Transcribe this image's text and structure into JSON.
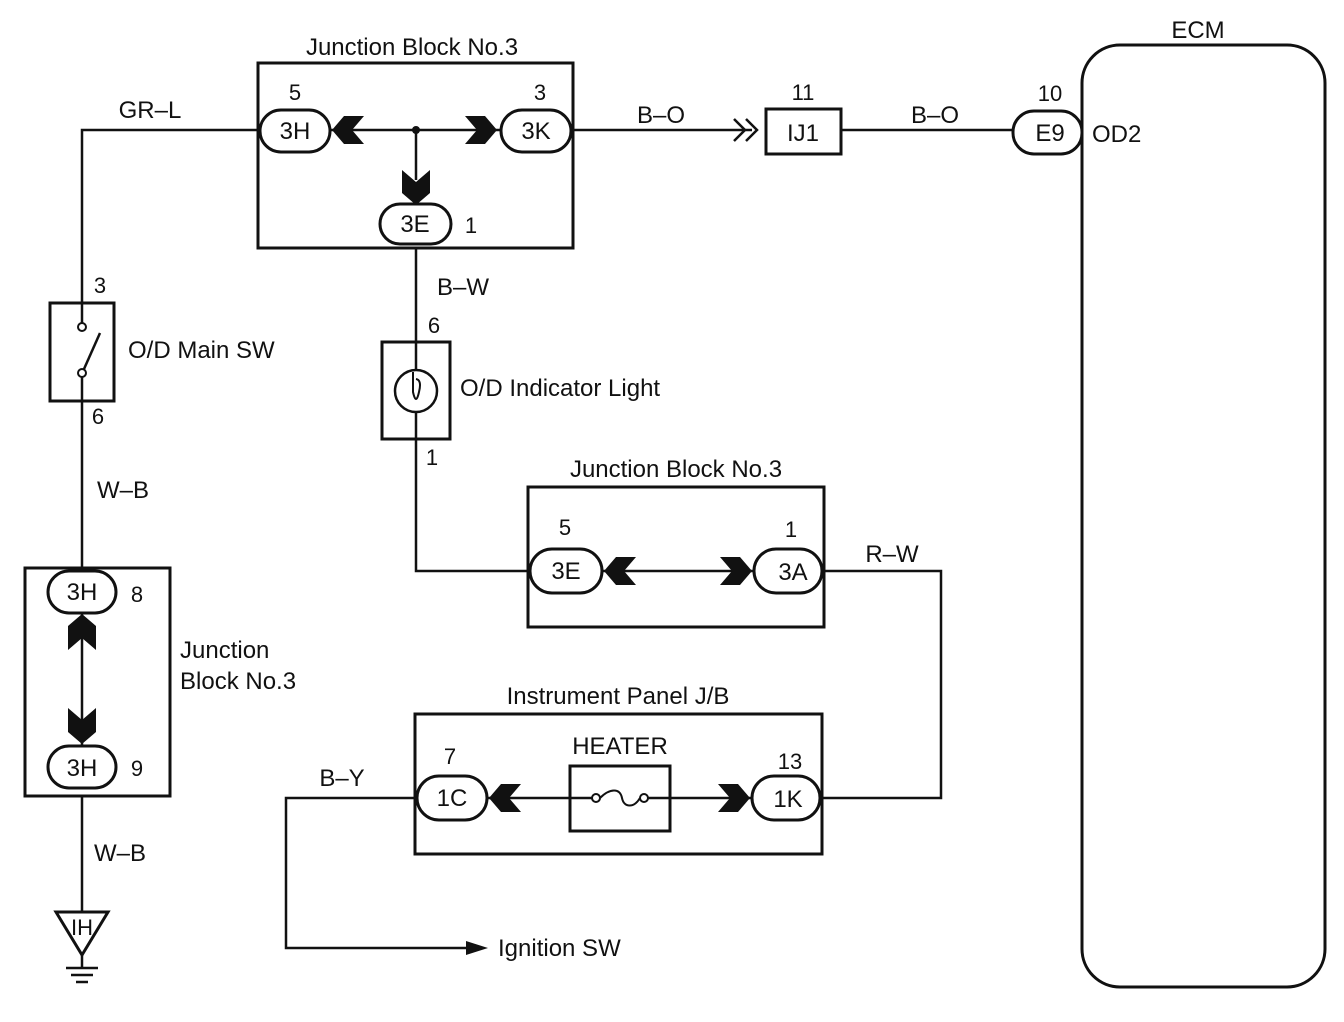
{
  "ecm": {
    "title": "ECM",
    "pin": "10",
    "conn": "E9",
    "signal": "OD2"
  },
  "jb_top": {
    "title": "Junction Block No.3",
    "t_left": "3H",
    "p_left": "5",
    "t_right": "3K",
    "p_right": "3",
    "t_bottom": "3E",
    "p_bottom": "1"
  },
  "ij1": {
    "label": "IJ1",
    "pin": "11"
  },
  "wires": {
    "gr_l": "GR–L",
    "b_o_1": "B–O",
    "b_o_2": "B–O",
    "b_w": "B–W",
    "w_b_1": "W–B",
    "w_b_2": "W–B",
    "r_w": "R–W",
    "b_y": "B–Y"
  },
  "od_main_sw": {
    "label": "O/D Main SW",
    "pin_top": "3",
    "pin_bottom": "6"
  },
  "od_light": {
    "label": "O/D Indicator Light",
    "pin_top": "6",
    "pin_bottom": "1"
  },
  "jb_mid": {
    "title": "Junction Block No.3",
    "t_left": "3E",
    "p_left": "5",
    "t_right": "3A",
    "p_right": "1"
  },
  "jb_left": {
    "title_1": "Junction",
    "title_2": "Block No.3",
    "t_top": "3H",
    "p_top": "8",
    "t_bottom": "3H",
    "p_bottom": "9"
  },
  "ground": {
    "label": "IH"
  },
  "ip_jb": {
    "title": "Instrument Panel J/B",
    "fuse": "HEATER",
    "t_left": "1C",
    "p_left": "7",
    "t_right": "1K",
    "p_right": "13"
  },
  "ignition": {
    "label": "Ignition SW"
  }
}
